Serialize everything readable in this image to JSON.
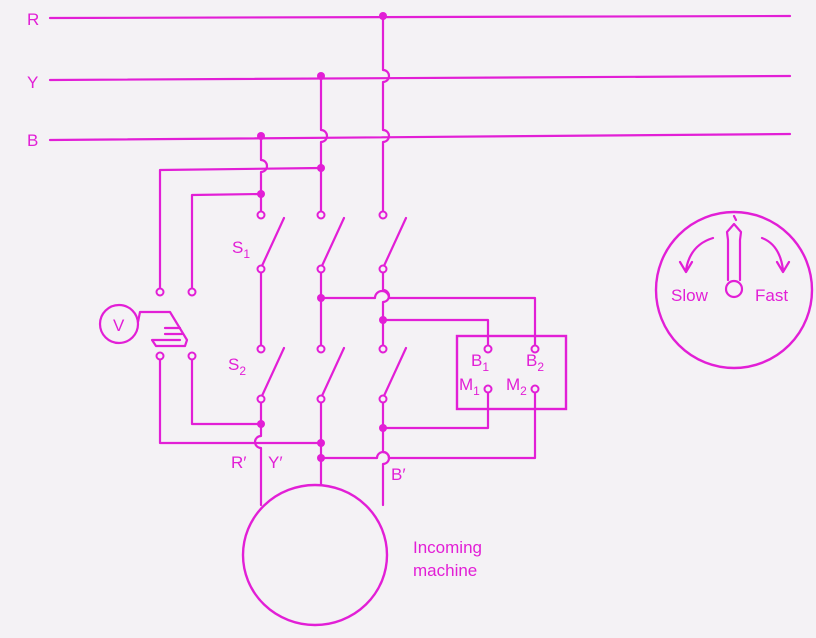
{
  "colors": {
    "wire": "#e21fd6",
    "background": "#f4f2f5"
  },
  "bus": {
    "r": "R",
    "y": "Y",
    "b": "B"
  },
  "switches": {
    "s1": {
      "main": "S",
      "sub": "1"
    },
    "s2": {
      "main": "S",
      "sub": "2"
    }
  },
  "voltmeter": "V",
  "box": {
    "b1": {
      "main": "B",
      "sub": "1"
    },
    "b2": {
      "main": "B",
      "sub": "2"
    },
    "m1": {
      "main": "M",
      "sub": "1"
    },
    "m2": {
      "main": "M",
      "sub": "2"
    }
  },
  "terminals": {
    "r": "R′",
    "y": "Y′",
    "b": "B′"
  },
  "machine": {
    "line1": "Incoming",
    "line2": "machine"
  },
  "synchroscope": {
    "slow": "Slow",
    "fast": "Fast"
  }
}
